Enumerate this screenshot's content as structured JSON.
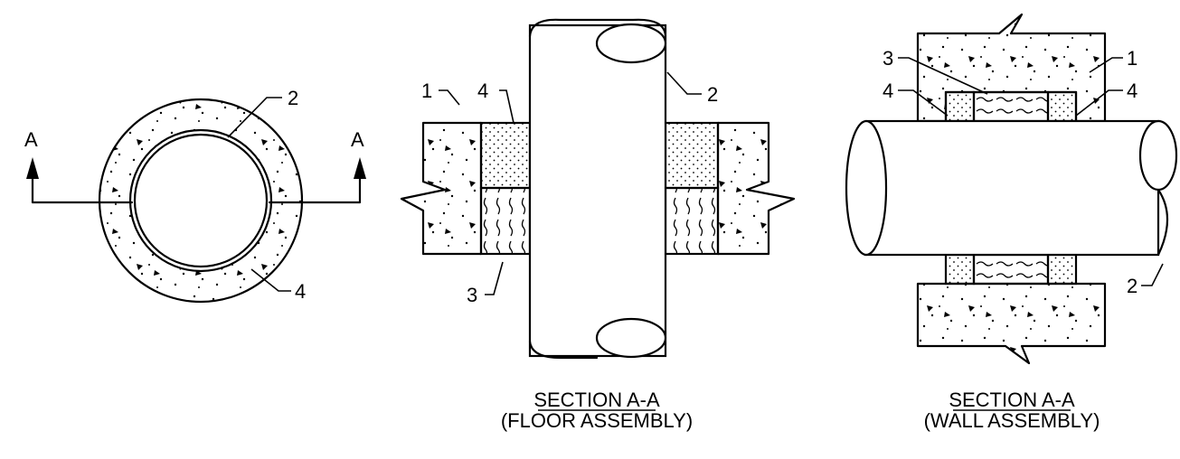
{
  "plan_view": {
    "section_mark_left": "A",
    "section_mark_right": "A",
    "callout_pipe": "2",
    "callout_fill": "4"
  },
  "floor_section": {
    "callout_concrete": "1",
    "callout_fill": "4",
    "callout_pipe": "2",
    "callout_packing": "3",
    "caption_line1": "SECTION A-A",
    "caption_line2": "(FLOOR ASSEMBLY)"
  },
  "wall_section": {
    "callout_packing": "3",
    "callout_concrete": "1",
    "callout_fill_left": "4",
    "callout_fill_right": "4",
    "callout_pipe": "2",
    "caption_line1": "SECTION A-A",
    "caption_line2": "(WALL ASSEMBLY)"
  }
}
